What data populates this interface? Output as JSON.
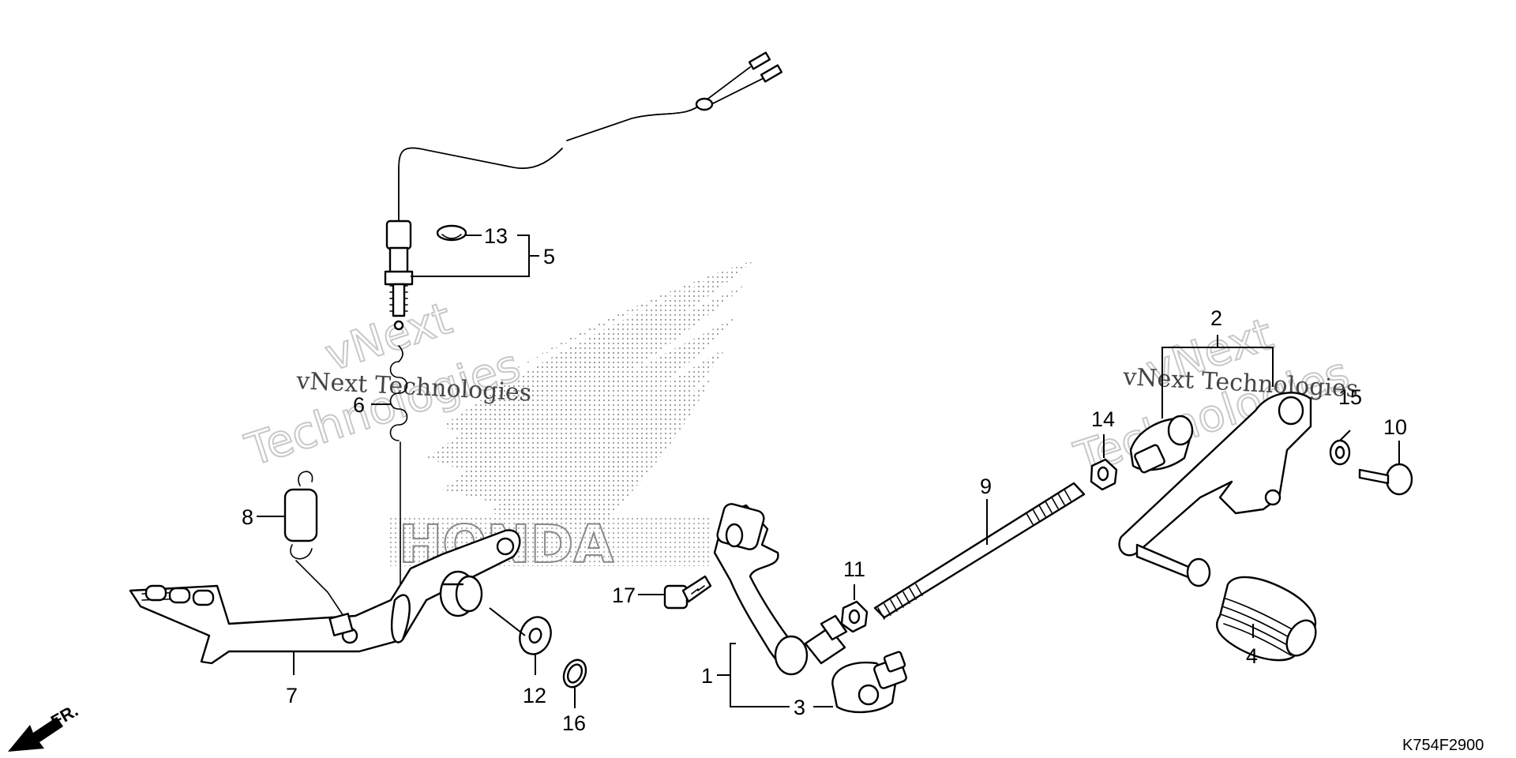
{
  "diagram_code": "K754F2900",
  "direction_label": "FR.",
  "watermark": {
    "outline_top": "vNext",
    "outline_bottom": "Technologies",
    "serif_text": "vNext Technologies"
  },
  "brand_logo_text": "HONDA",
  "part_labels": {
    "p1": "1",
    "p2": "2",
    "p3": "3",
    "p4": "4",
    "p5": "5",
    "p6": "6",
    "p7": "7",
    "p8": "8",
    "p9": "9",
    "p10": "10",
    "p11": "11",
    "p12": "12",
    "p13": "13",
    "p14": "14",
    "p15": "15",
    "p16": "16",
    "p17": "17"
  },
  "colors": {
    "line": "#000000",
    "watermark": "#c8c8c8",
    "logo_dots": "#9a9a9a"
  }
}
